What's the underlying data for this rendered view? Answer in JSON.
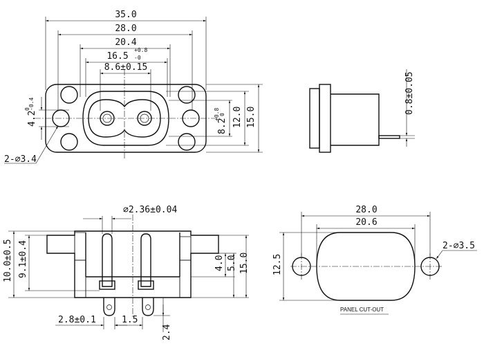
{
  "top_view": {
    "overall_width": "35.0",
    "mount_pitch": "28.0",
    "inner_width": "20.4",
    "socket_width_base": "16.5",
    "socket_width_tol_plus": "+0.8",
    "socket_width_tol_minus": "-0",
    "pin_pitch": "8.6±0.15",
    "height_base": "4.2",
    "height_tol_plus": "0",
    "height_tol_minus": "-0.4",
    "socket_height_base": "8.2",
    "socket_height_tol_plus": "+0.8",
    "socket_height_tol_minus": "0",
    "inner_height": "12.0",
    "overall_height": "15.0",
    "hole_callout": "2-⌀3.4"
  },
  "side_view": {
    "pin_thickness": "0.8±0.05"
  },
  "section_view": {
    "pin_diameter": "⌀2.36±0.04",
    "height_total": "10.0±0.5",
    "height_inner": "9.1±0.4",
    "dim_4": "4.0",
    "dim_5": "5.0",
    "dim_15": "15.0",
    "pin_offset": "2.8±0.1",
    "pin_gap": "1.5",
    "pin_length": "2.4"
  },
  "panel_cutout": {
    "overall_width": "28.0",
    "slot_width": "20.6",
    "slot_height": "12.5",
    "hole_callout": "2-⌀3.5",
    "caption": "PANEL CUT-OUT"
  }
}
